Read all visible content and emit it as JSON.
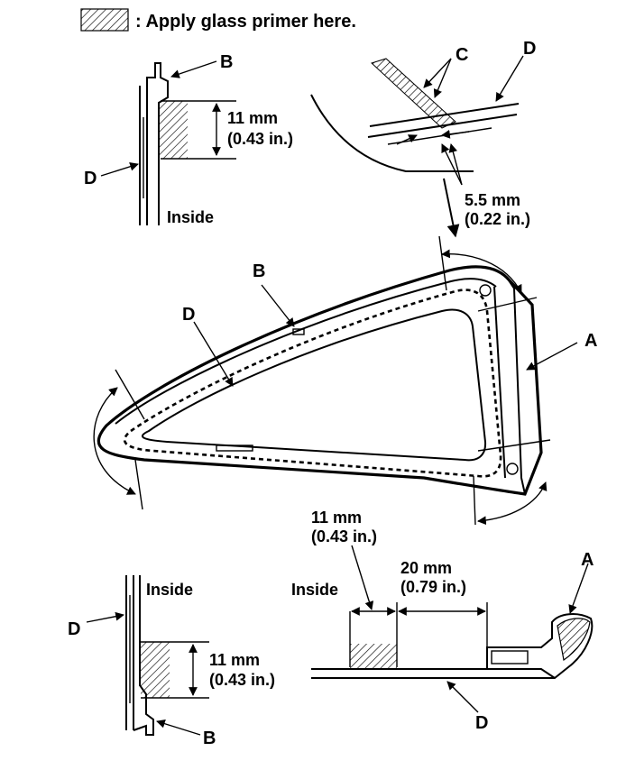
{
  "legend": {
    "text": ": Apply glass primer here."
  },
  "labels": {
    "a": "A",
    "b": "B",
    "c": "C",
    "d": "D",
    "inside": "Inside"
  },
  "dimensions": {
    "d11_mm": "11 mm",
    "d11_in": "(0.43 in.)",
    "d55_mm": "5.5 mm",
    "d55_in": "(0.22 in.)",
    "d20_mm": "20 mm",
    "d20_in": "(0.79 in.)"
  }
}
